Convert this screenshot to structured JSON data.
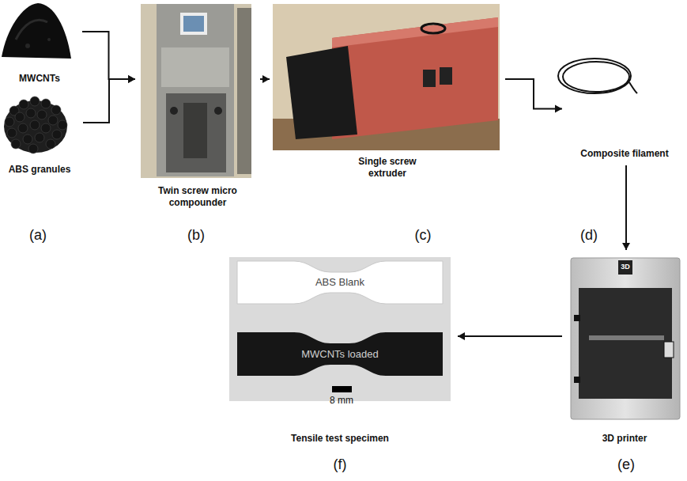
{
  "diagram": {
    "nodes": [
      {
        "text": [
          "MWCNTs"
        ]
      },
      {
        "text": [
          "ABS granules"
        ]
      },
      {
        "text": [
          "Twin screw micro compounder"
        ]
      },
      {
        "text": [
          "Single screw extruder"
        ]
      },
      {
        "text": [
          "Composite filament"
        ]
      },
      {
        "text": [
          "3D printer"
        ]
      },
      {
        "text": [
          "Tensile test specimen"
        ]
      }
    ],
    "edges": [
      {
        "from": 0,
        "to": 2,
        "arrow": "to"
      },
      {
        "from": 1,
        "to": 2,
        "arrow": "to"
      },
      {
        "from": 2,
        "to": 3,
        "arrow": "to"
      },
      {
        "from": 3,
        "to": 4,
        "arrow": "to"
      },
      {
        "from": 4,
        "to": 5,
        "arrow": "to"
      },
      {
        "from": 5,
        "to": 6,
        "arrow": "to"
      }
    ],
    "labels": [
      "(a)",
      "(b)",
      "(c)",
      "(d)",
      "(e)",
      "(f)",
      "ABS Blank",
      "MWCNTs loaded",
      "8 mm",
      "3D"
    ]
  }
}
